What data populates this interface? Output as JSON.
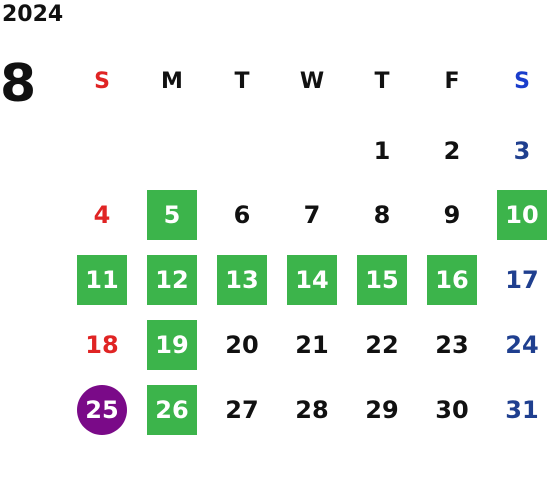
{
  "year": "2024",
  "month": "8",
  "colors": {
    "sunday": "#e02424",
    "saturday_header": "#1a3dcc",
    "saturday": "#1f3f8f",
    "weekday": "#111111",
    "highlight_green": "#3cb44b",
    "highlight_purple": "#7a0a88"
  },
  "weekdays": [
    "S",
    "M",
    "T",
    "W",
    "T",
    "F",
    "S"
  ],
  "days": [
    {
      "label": "1",
      "week": 0,
      "dow": 4,
      "style": "normal"
    },
    {
      "label": "2",
      "week": 0,
      "dow": 5,
      "style": "normal"
    },
    {
      "label": "3",
      "week": 0,
      "dow": 6,
      "style": "normal"
    },
    {
      "label": "4",
      "week": 1,
      "dow": 0,
      "style": "normal"
    },
    {
      "label": "5",
      "week": 1,
      "dow": 1,
      "style": "green"
    },
    {
      "label": "6",
      "week": 1,
      "dow": 2,
      "style": "normal"
    },
    {
      "label": "7",
      "week": 1,
      "dow": 3,
      "style": "normal"
    },
    {
      "label": "8",
      "week": 1,
      "dow": 4,
      "style": "normal"
    },
    {
      "label": "9",
      "week": 1,
      "dow": 5,
      "style": "normal"
    },
    {
      "label": "10",
      "week": 1,
      "dow": 6,
      "style": "green"
    },
    {
      "label": "11",
      "week": 2,
      "dow": 0,
      "style": "green"
    },
    {
      "label": "12",
      "week": 2,
      "dow": 1,
      "style": "green"
    },
    {
      "label": "13",
      "week": 2,
      "dow": 2,
      "style": "green"
    },
    {
      "label": "14",
      "week": 2,
      "dow": 3,
      "style": "green"
    },
    {
      "label": "15",
      "week": 2,
      "dow": 4,
      "style": "green"
    },
    {
      "label": "16",
      "week": 2,
      "dow": 5,
      "style": "green"
    },
    {
      "label": "17",
      "week": 2,
      "dow": 6,
      "style": "normal"
    },
    {
      "label": "18",
      "week": 3,
      "dow": 0,
      "style": "normal"
    },
    {
      "label": "19",
      "week": 3,
      "dow": 1,
      "style": "green"
    },
    {
      "label": "20",
      "week": 3,
      "dow": 2,
      "style": "normal"
    },
    {
      "label": "21",
      "week": 3,
      "dow": 3,
      "style": "normal"
    },
    {
      "label": "22",
      "week": 3,
      "dow": 4,
      "style": "normal"
    },
    {
      "label": "23",
      "week": 3,
      "dow": 5,
      "style": "normal"
    },
    {
      "label": "24",
      "week": 3,
      "dow": 6,
      "style": "normal"
    },
    {
      "label": "25",
      "week": 4,
      "dow": 0,
      "style": "purple"
    },
    {
      "label": "26",
      "week": 4,
      "dow": 1,
      "style": "green"
    },
    {
      "label": "27",
      "week": 4,
      "dow": 2,
      "style": "normal"
    },
    {
      "label": "28",
      "week": 4,
      "dow": 3,
      "style": "normal"
    },
    {
      "label": "29",
      "week": 4,
      "dow": 4,
      "style": "normal"
    },
    {
      "label": "30",
      "week": 4,
      "dow": 5,
      "style": "normal"
    },
    {
      "label": "31",
      "week": 4,
      "dow": 6,
      "style": "normal"
    }
  ]
}
